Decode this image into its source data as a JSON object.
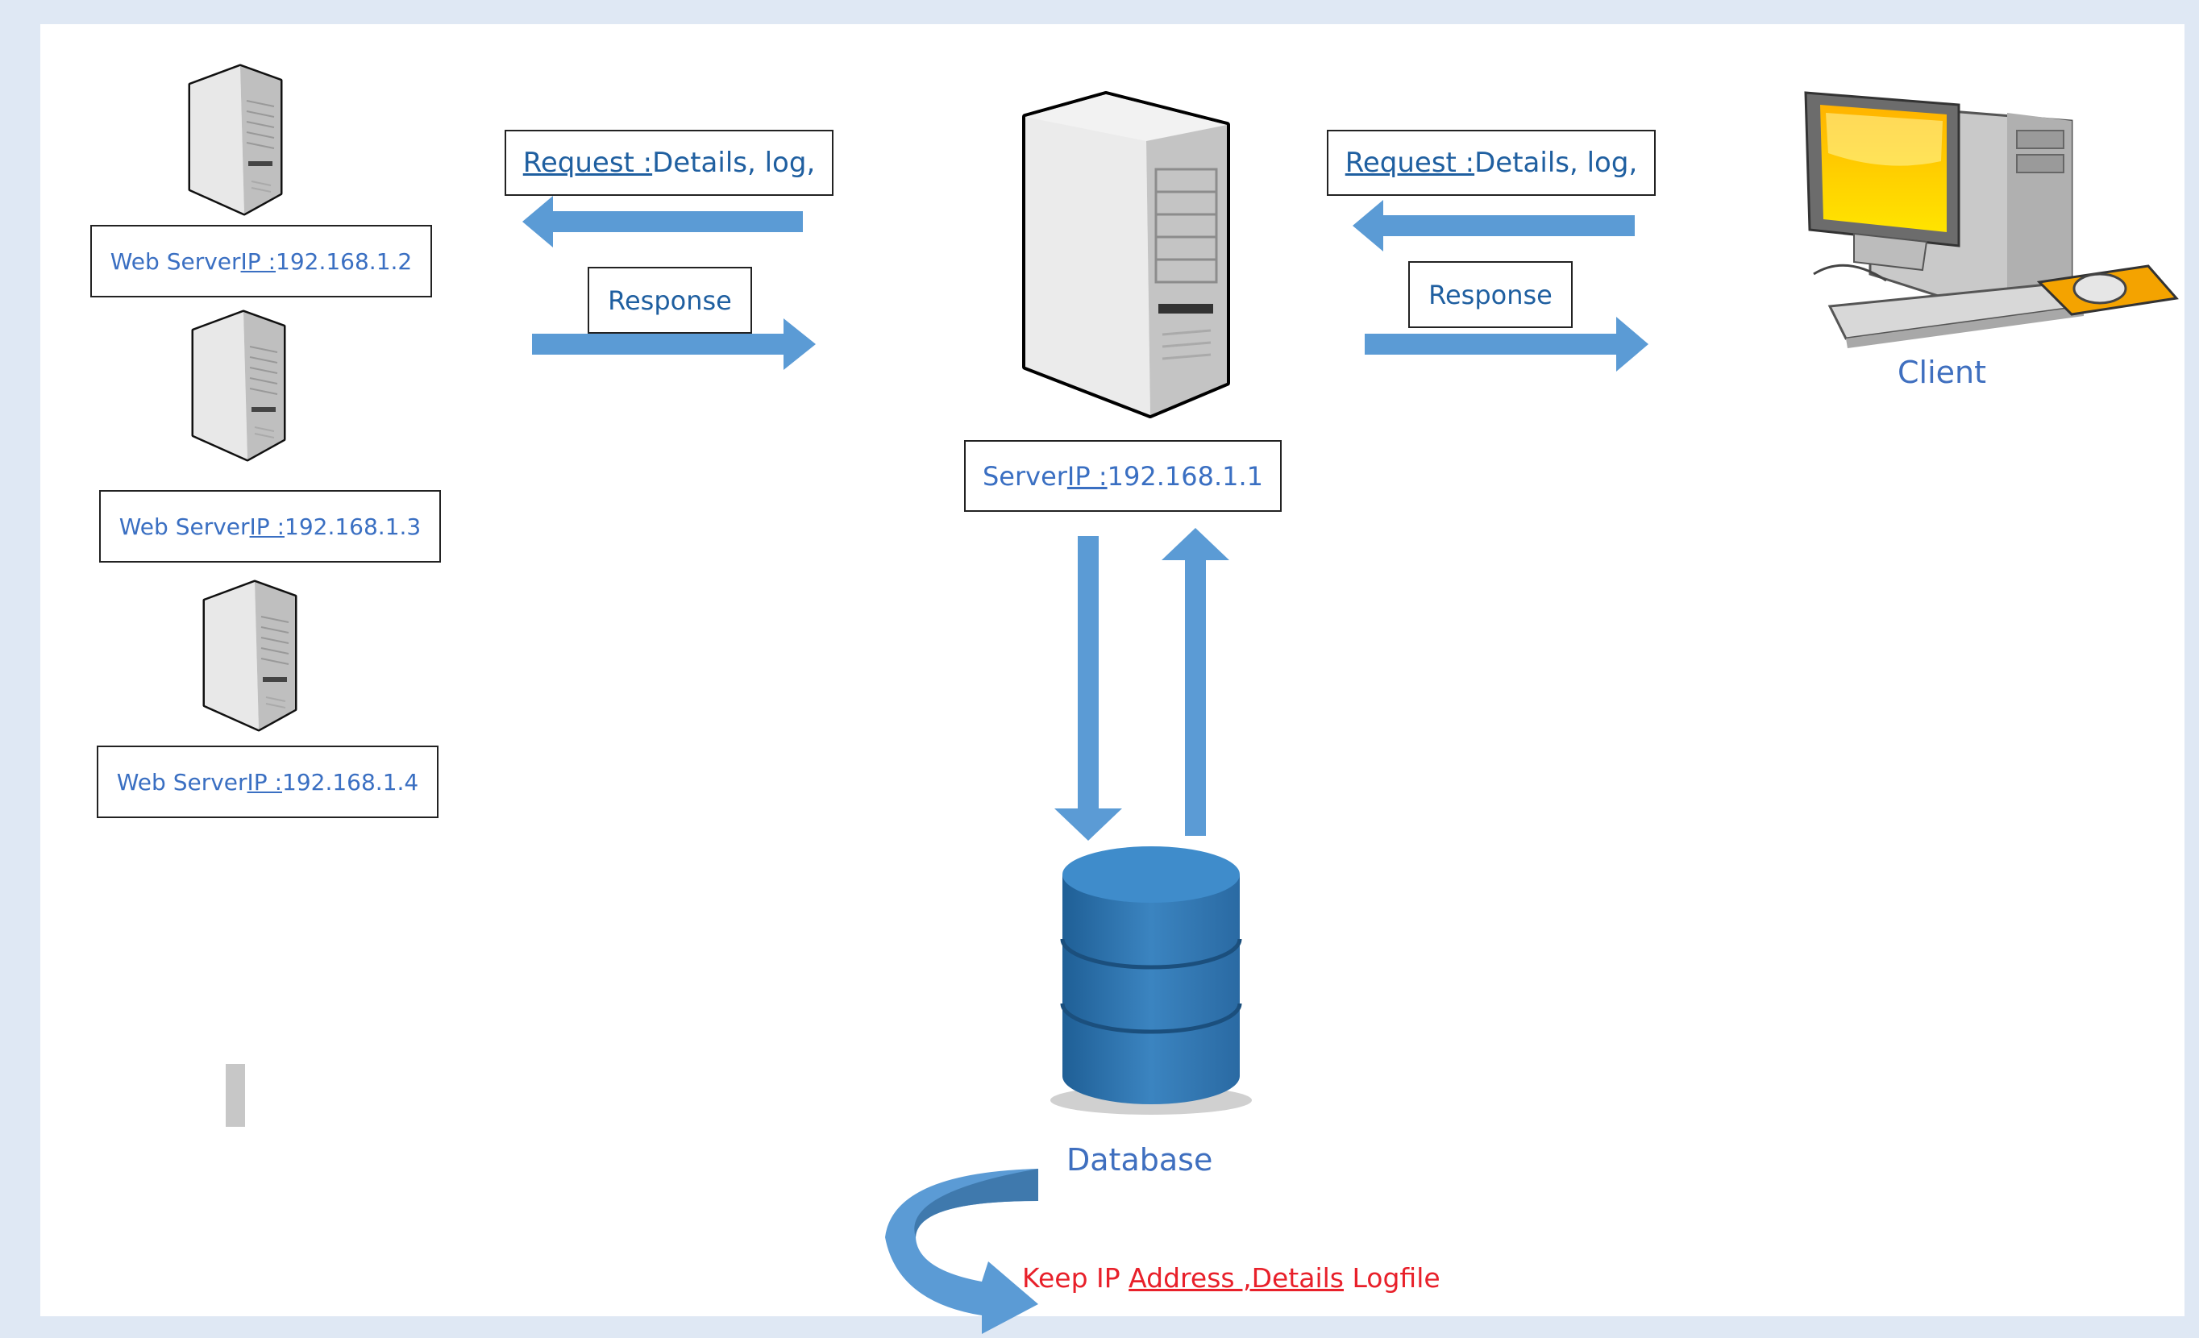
{
  "web_servers": [
    {
      "prefix": "Web Server ",
      "ip_label": "IP :",
      "ip": " 192.168.1.2"
    },
    {
      "prefix": "Web Server ",
      "ip_label": "IP :",
      "ip": " 192.168.1.3"
    },
    {
      "prefix": "Web Server ",
      "ip_label": "IP :",
      "ip": " 192.168.1.4"
    }
  ],
  "left_flow": {
    "request_label": "Request :",
    "request_text": " Details, log,",
    "response": "Response"
  },
  "right_flow": {
    "request_label": "Request :",
    "request_text": " Details, log,",
    "response": "Response"
  },
  "server": {
    "prefix": "Server ",
    "ip_label": "IP :",
    "ip": " 192.168.1.1"
  },
  "client": {
    "label": "Client"
  },
  "database": {
    "label": "Database"
  },
  "note": {
    "part1": "Keep IP ",
    "part2": "Address ,Details",
    "part3": " Logfile"
  },
  "colors": {
    "arrow": "#5b9bd5",
    "text_blue": "#3a6fc2",
    "note_red": "#e8202a",
    "db_blue": "#2e75b6"
  }
}
